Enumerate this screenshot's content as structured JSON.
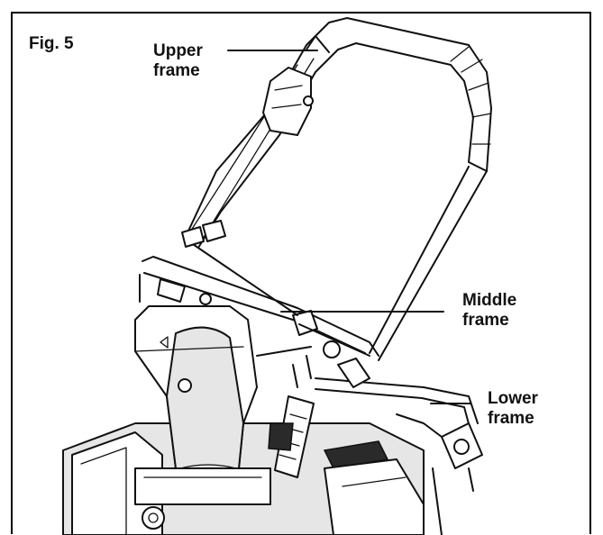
{
  "figure": {
    "label": "Fig. 5",
    "callouts": {
      "upper_frame": [
        "Upper",
        "frame"
      ],
      "middle_frame": [
        "Middle",
        "frame"
      ],
      "lower_frame": [
        "Lower",
        "frame"
      ]
    }
  }
}
